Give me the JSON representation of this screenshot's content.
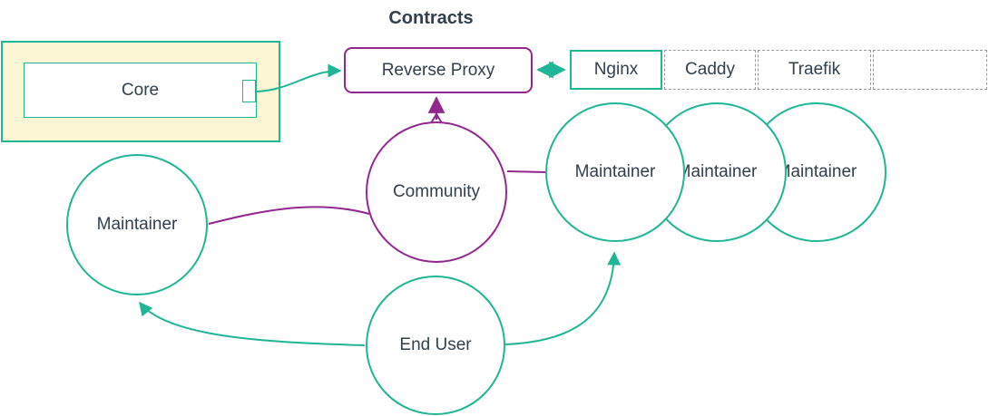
{
  "title": "Contracts",
  "colors": {
    "teal": "#1fb695",
    "purple": "#93278f",
    "ink": "#32404e",
    "cluster_fill": "#fcf6d4",
    "dashed_gray": "#999999"
  },
  "core_group": {
    "core_label": "Core"
  },
  "reverse_proxy": {
    "label": "Reverse Proxy"
  },
  "implementations": [
    {
      "label": "Nginx",
      "border": "solid-teal"
    },
    {
      "label": "Caddy",
      "border": "dashed-gray"
    },
    {
      "label": "Traefik",
      "border": "dashed-gray"
    },
    {
      "label": "",
      "border": "dashed-gray"
    }
  ],
  "actors": {
    "community": {
      "label": "Community"
    },
    "maintainer_left": {
      "label": "Maintainer"
    },
    "maintainers_right": [
      {
        "label": "Maintainer"
      },
      {
        "label": "Maintainer"
      },
      {
        "label": "Maintainer"
      }
    ],
    "end_user": {
      "label": "End User"
    }
  },
  "edges": [
    {
      "from": "Core",
      "to": "Reverse Proxy",
      "color": "teal",
      "arrows": "end"
    },
    {
      "from": "Reverse Proxy",
      "to": "Nginx",
      "color": "teal",
      "arrows": "both"
    },
    {
      "from": "Community",
      "to": "Reverse Proxy",
      "color": "purple",
      "arrows": "end"
    },
    {
      "from": "Community",
      "to": "Maintainer (left)",
      "color": "purple",
      "arrows": "none"
    },
    {
      "from": "Community",
      "to": "Maintainer (right)",
      "color": "purple",
      "arrows": "none"
    },
    {
      "from": "End User",
      "to": "Maintainer (left)",
      "color": "teal",
      "arrows": "end"
    },
    {
      "from": "End User",
      "to": "Maintainer (right)",
      "color": "teal",
      "arrows": "end"
    }
  ]
}
